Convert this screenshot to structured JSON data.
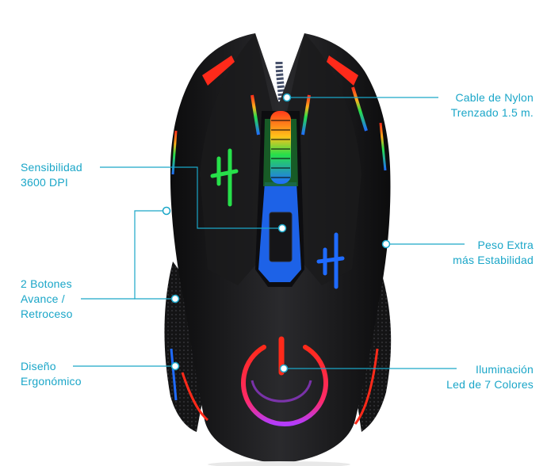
{
  "colors": {
    "accent": "#1aa6c8",
    "mouse_body": "#1e1e20",
    "led_red": "#ff2a1a",
    "led_green": "#27e04a",
    "led_blue": "#1f6bff",
    "led_purple": "#b23cff"
  },
  "features": {
    "cable": {
      "line1": "Cable de Nylon",
      "line2": "Trenzado 1.5 m."
    },
    "sensitivity": {
      "line1": "Sensibilidad",
      "line2": "3600 DPI"
    },
    "weight": {
      "line1": "Peso Extra",
      "line2": "más Estabilidad"
    },
    "side_buttons": {
      "line1": "2 Botones",
      "line2": "Avance /",
      "line3": "Retroceso"
    },
    "design": {
      "line1": "Diseño",
      "line2": "Ergonómico"
    },
    "lighting": {
      "line1": "Iluminación",
      "line2": "Led de 7 Colores"
    }
  },
  "icons": {
    "power": "power-icon",
    "callout_marker": "callout-circle-icon"
  }
}
